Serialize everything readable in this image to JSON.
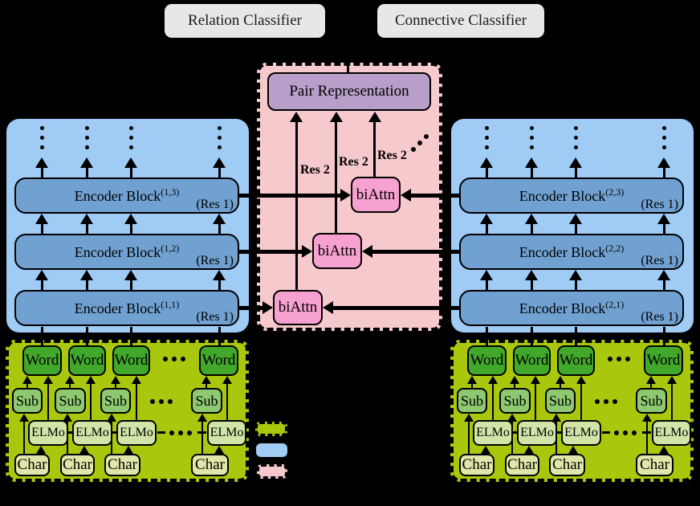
{
  "classifiers": {
    "relation_label": "Relation Classifier",
    "connective_label": "Connective Classifier"
  },
  "pair_representation": {
    "label": "Pair Representation"
  },
  "attention": {
    "label": "biAttn",
    "res2_label": "Res 2"
  },
  "encoder": {
    "block_label": "Encoder Block",
    "res_label": "(Res 1)",
    "left_sups": [
      "(1,1)",
      "(1,2)",
      "(1,3)"
    ],
    "right_sups": [
      "(2,1)",
      "(2,2)",
      "(2,3)"
    ]
  },
  "embeddings": {
    "word_label": "Word",
    "sub_label": "Sub",
    "elmo_label": "ELMo",
    "char_label": "Char"
  },
  "legend": {
    "swatch_colors": [
      "#a9c70d",
      "#9fcbf5",
      "#f6c9cd"
    ]
  },
  "colors": {
    "background": "#000000",
    "encoder_panel": "#9fcbf5",
    "encoder_block": "#71a1d1",
    "interaction_panel": "#f6c9cd",
    "biattn_box": "#f7a1d0",
    "pair_box": "#b89fca",
    "embedding_panel": "#a9c70d",
    "word_box": "#41a82c",
    "sub_box": "#8ec870",
    "elmo_box": "#d2e5a8",
    "char_box": "#e0e6a9",
    "classifier_box": "#e7e7e7"
  }
}
